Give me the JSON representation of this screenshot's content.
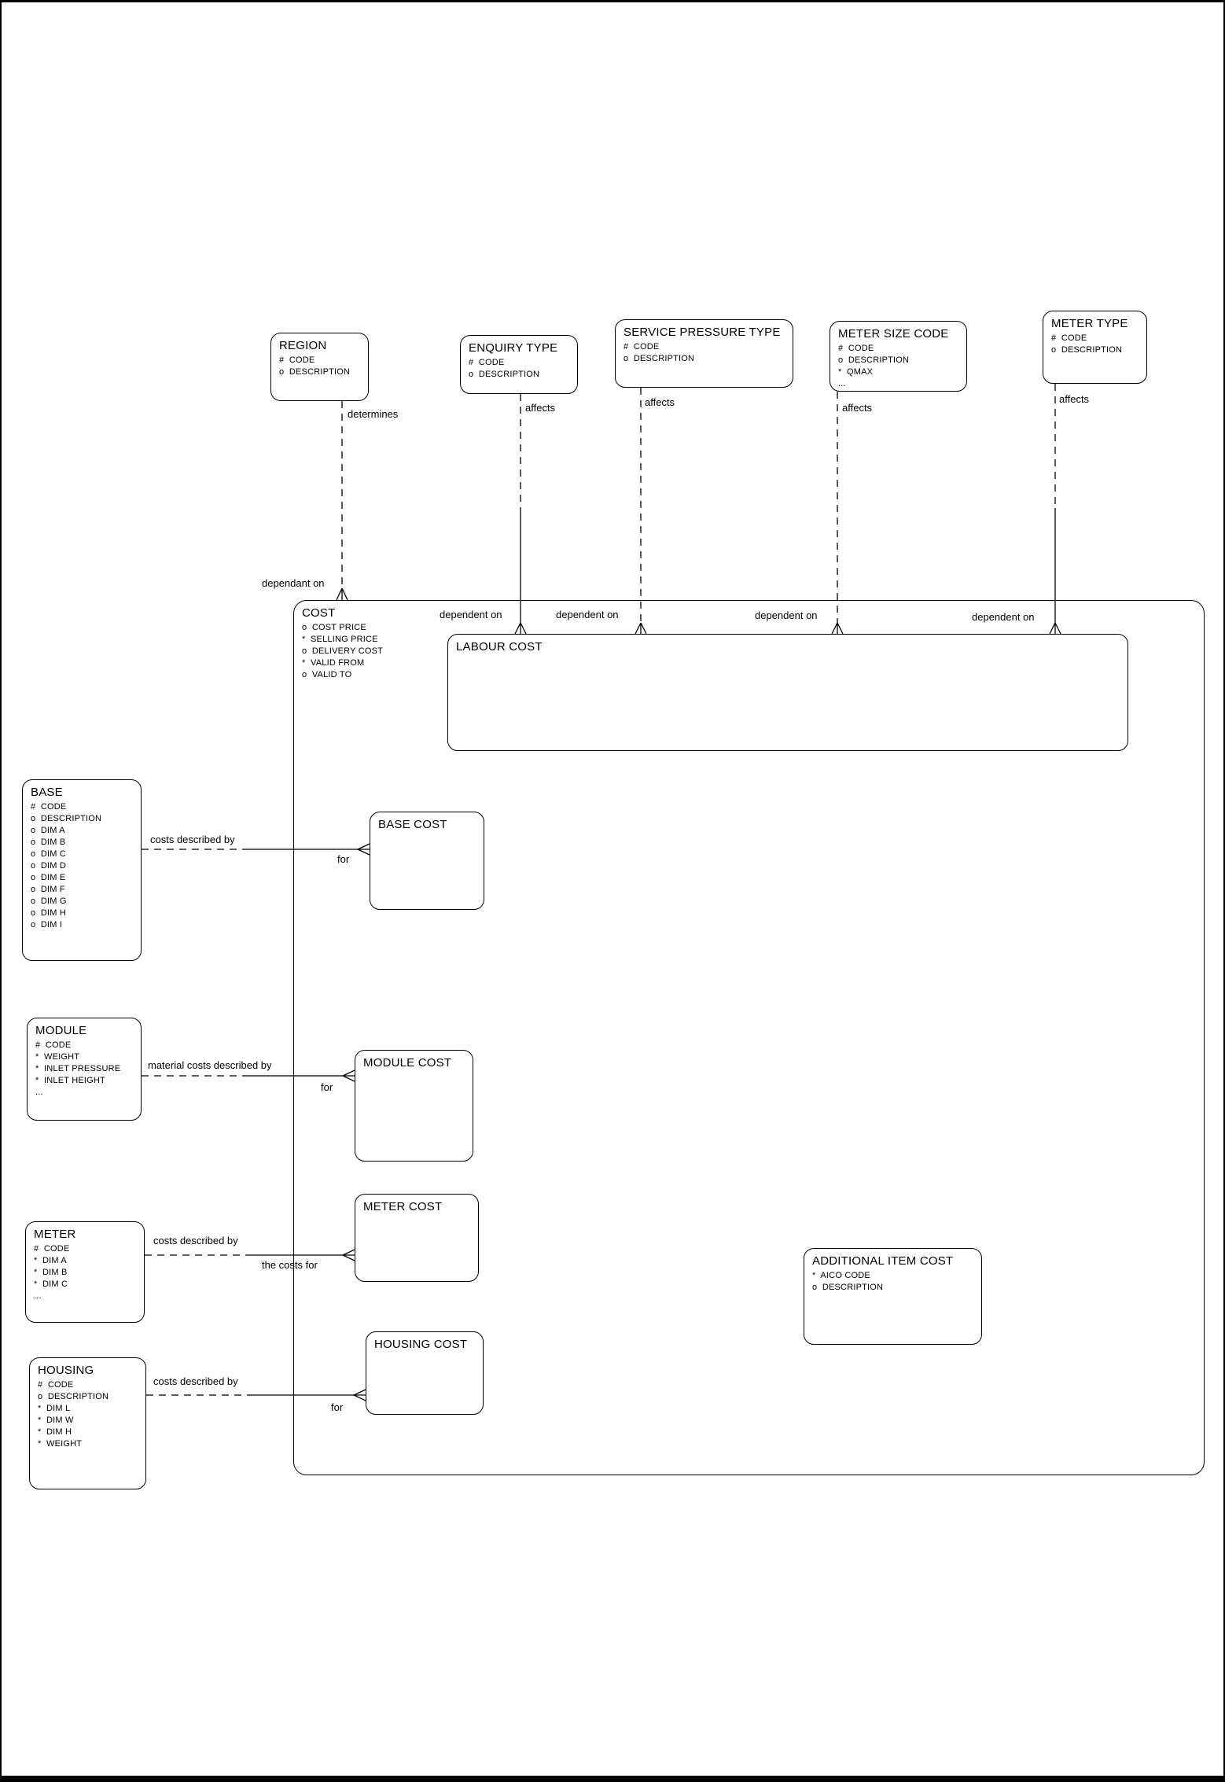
{
  "page": {
    "background": "#ffffff",
    "line_color": "#000000"
  },
  "entities": {
    "region": {
      "title": "REGION",
      "attrs": [
        "#  CODE",
        "o  DESCRIPTION"
      ]
    },
    "enquiry_type": {
      "title": "ENQUIRY TYPE",
      "attrs": [
        "#  CODE",
        "o  DESCRIPTION"
      ]
    },
    "service_pressure_type": {
      "title": "SERVICE PRESSURE TYPE",
      "attrs": [
        "#  CODE",
        "o  DESCRIPTION"
      ]
    },
    "meter_size_code": {
      "title": "METER SIZE CODE",
      "attrs": [
        "#  CODE",
        "o  DESCRIPTION",
        "*  QMAX",
        "..."
      ]
    },
    "meter_type": {
      "title": "METER TYPE",
      "attrs": [
        "#  CODE",
        "o  DESCRIPTION"
      ]
    },
    "cost": {
      "title": "COST",
      "attrs": [
        "o  COST PRICE",
        "*  SELLING PRICE",
        "o  DELIVERY COST",
        "*  VALID FROM",
        "o  VALID TO"
      ]
    },
    "labour_cost": {
      "title": "LABOUR COST",
      "attrs": []
    },
    "base": {
      "title": "BASE",
      "attrs": [
        "#  CODE",
        "o  DESCRIPTION",
        "o  DIM A",
        "o  DIM B",
        "o  DIM C",
        "o  DIM D",
        "o  DIM E",
        "o  DIM F",
        "o  DIM G",
        "o  DIM H",
        "o  DIM I"
      ]
    },
    "base_cost": {
      "title": "BASE COST",
      "attrs": []
    },
    "module": {
      "title": "MODULE",
      "attrs": [
        "#  CODE",
        "*  WEIGHT",
        "*  INLET PRESSURE",
        "*  INLET HEIGHT",
        "..."
      ]
    },
    "module_cost": {
      "title": "MODULE COST",
      "attrs": []
    },
    "meter": {
      "title": "METER",
      "attrs": [
        "#  CODE",
        "*  DIM A",
        "*  DIM B",
        "*  DIM C",
        "..."
      ]
    },
    "meter_cost": {
      "title": "METER COST",
      "attrs": []
    },
    "housing": {
      "title": "HOUSING",
      "attrs": [
        "#  CODE",
        "o  DESCRIPTION",
        "*  DIM L",
        "*  DIM W",
        "*  DIM H",
        "*  WEIGHT"
      ]
    },
    "housing_cost": {
      "title": "HOUSING COST",
      "attrs": []
    },
    "additional_item_cost": {
      "title": "ADDITIONAL ITEM COST",
      "attrs": [
        "*  AICO CODE",
        "o  DESCRIPTION"
      ]
    }
  },
  "relationships": {
    "region_cost": {
      "near_label": "determines",
      "far_label": "dependant on"
    },
    "enquiry_labour": {
      "near_label": "affects",
      "far_label": "dependent on"
    },
    "service_labour": {
      "near_label": "affects",
      "far_label": "dependent on"
    },
    "meter_size_labour": {
      "near_label": "affects",
      "far_label": "dependent on"
    },
    "meter_type_labour": {
      "near_label": "affects",
      "far_label": "dependent on"
    },
    "base_base_cost": {
      "near_label": "costs described by",
      "far_label": "for"
    },
    "module_module_cost": {
      "near_label": "material costs described by",
      "far_label": "for"
    },
    "meter_meter_cost": {
      "near_label": "costs described by",
      "far_label": "the costs for"
    },
    "housing_housing_cost": {
      "near_label": "costs described by",
      "far_label": "for"
    }
  }
}
